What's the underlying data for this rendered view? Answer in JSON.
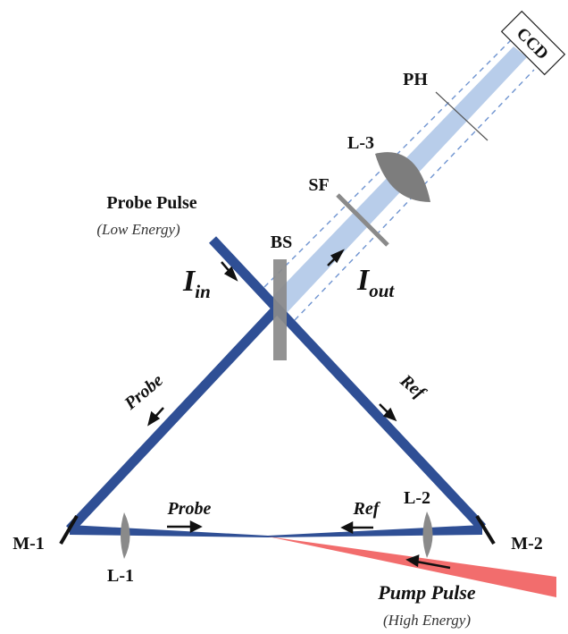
{
  "labels": {
    "probe_pulse": "Probe Pulse",
    "probe_pulse_sub": "(Low Energy)",
    "bs": "BS",
    "sf": "SF",
    "l3": "L-3",
    "ph": "PH",
    "ccd": "CCD",
    "i_in_main": "I",
    "i_in_sub": "in",
    "i_out_main": "I",
    "i_out_sub": "out",
    "probe_left": "Probe",
    "ref_right": "Ref",
    "probe_bottom": "Probe",
    "ref_bottom": "Ref",
    "l2": "L-2",
    "m1": "M-1",
    "m2": "M-2",
    "l1": "L-1",
    "pump_pulse": "Pump Pulse",
    "pump_pulse_sub": "(High Energy)"
  },
  "colors": {
    "probe_beam": "#2f4f95",
    "output_beam": "#b8cdea",
    "output_dashes": "#6e93d0",
    "pump_beam": "#f26d6d",
    "optic_gray": "#8a8a8a",
    "mirror": "#111111"
  }
}
